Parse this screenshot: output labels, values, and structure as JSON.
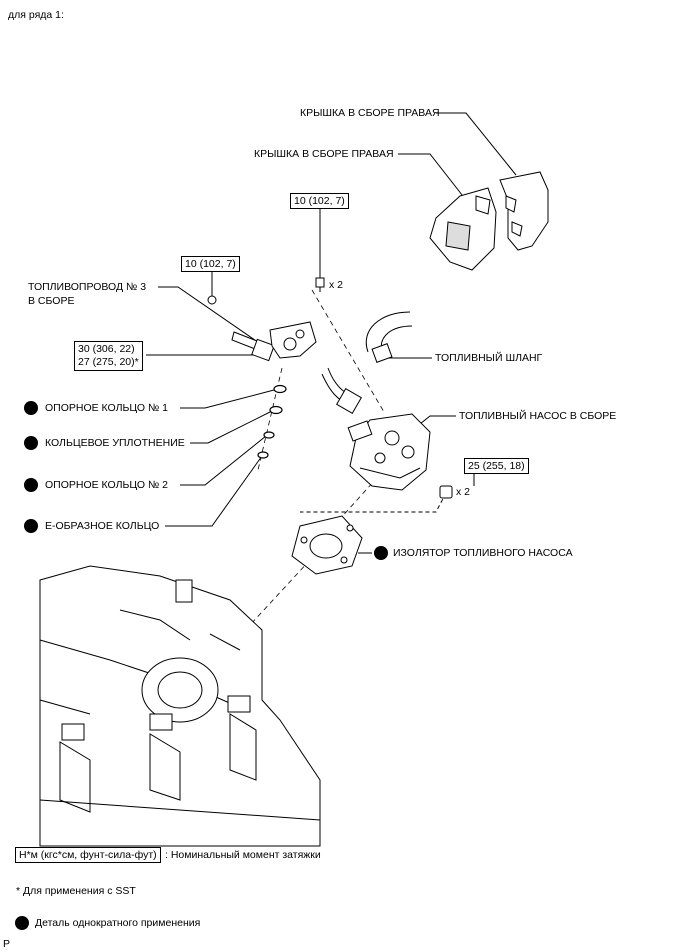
{
  "header": {
    "title": "для ряда 1:"
  },
  "labels": {
    "cover_right_1": "КРЫШКА В СБОРЕ ПРАВАЯ",
    "cover_right_2": "КРЫШКА В СБОРЕ ПРАВАЯ",
    "fuel_line_1": "ТОПЛИВОПРОВОД № 3",
    "fuel_line_2": "В СБОРЕ",
    "fuel_hose": "ТОПЛИВНЫЙ ШЛАНГ",
    "fuel_pump": "ТОПЛИВНЫЙ НАСОС В СБОРЕ",
    "backup_ring_1": "ОПОРНОЕ КОЛЬЦО № 1",
    "o_ring": "КОЛЬЦЕВОЕ УПЛОТНЕНИЕ",
    "backup_ring_2": "ОПОРНОЕ КОЛЬЦО № 2",
    "e_ring": "Е-ОБРАЗНОЕ КОЛЬЦО",
    "pump_insulator": "ИЗОЛЯТОР ТОПЛИВНОГО НАСОСА"
  },
  "torques": {
    "t1": "10 (102, 7)",
    "t2": "10 (102, 7)",
    "t3_line1": "30 (306, 22)",
    "t3_line2": "27 (275, 20)*",
    "t4": "25 (255, 18)"
  },
  "quantities": {
    "q1": "x 2",
    "q2": "x 2"
  },
  "legend": {
    "torque_box": "Н*м (кгс*см, фунт-сила-фут)",
    "torque_desc": ": Номинальный момент затяжки",
    "sst_note": "* Для применения с SST",
    "non_reusable": "Деталь однократного применения"
  },
  "footer": {
    "code": "P"
  }
}
